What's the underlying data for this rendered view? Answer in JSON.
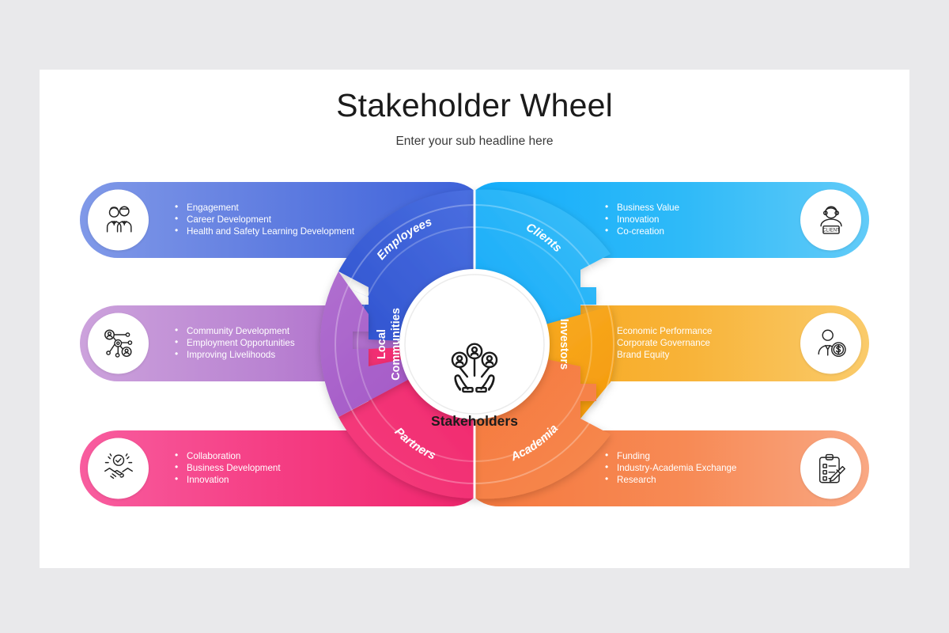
{
  "header": {
    "title": "Stakeholder Wheel",
    "subtitle": "Enter your sub headline here"
  },
  "hub": {
    "label": "Stakeholders",
    "icon": "hands-holding-people-icon"
  },
  "colors": {
    "employees": "#3A5FD9",
    "clients": "#1FAFF5",
    "investors": "#F6A416",
    "academia": "#F5773C",
    "partners": "#F0246B",
    "local_communities": "#A152C4",
    "background": "#E9E9EB",
    "slide": "#FFFFFF",
    "title_text": "#1B1B1B",
    "bullet_text": "#FFFFFF"
  },
  "segments": [
    {
      "key": "employees",
      "label": "Employees",
      "side": "left",
      "row": 1,
      "icon": "two-employees-icon",
      "color": "#3A5FD9",
      "bar_gradient_from": "#7F9AE6",
      "bar_gradient_to": "#3A5FD9",
      "bullets": [
        "Engagement",
        "Career Development",
        "Health and Safety Learning Development"
      ]
    },
    {
      "key": "clients",
      "label": "Clients",
      "side": "right",
      "row": 1,
      "icon": "client-badge-person-icon",
      "color": "#1FAFF5",
      "bar_gradient_from": "#12AEFB",
      "bar_gradient_to": "#62CBF8",
      "bullets": [
        "Business Value",
        "Innovation",
        "Co-creation"
      ]
    },
    {
      "key": "local_communities",
      "label": "Local Communities",
      "label_line1": "Local",
      "label_line2": "Communities",
      "side": "left",
      "row": 2,
      "icon": "community-network-icon",
      "color": "#A152C4",
      "bar_gradient_from": "#C79AD9",
      "bar_gradient_to": "#A152C4",
      "bullets": [
        "Community Development",
        "Employment Opportunities",
        "Improving Livelihoods"
      ]
    },
    {
      "key": "investors",
      "label": "Investors",
      "side": "right",
      "row": 2,
      "icon": "investor-coin-person-icon",
      "color": "#F6A416",
      "bar_gradient_from": "#F6A416",
      "bar_gradient_to": "#FAC863",
      "bullets": [
        "Economic Performance",
        "Corporate Governance",
        "Brand Equity"
      ]
    },
    {
      "key": "partners",
      "label": "Partners",
      "side": "left",
      "row": 3,
      "icon": "handshake-check-icon",
      "color": "#F0246B",
      "bar_gradient_from": "#F7569A",
      "bar_gradient_to": "#F0246B",
      "bullets": [
        "Collaboration",
        "Business Development",
        "Innovation"
      ]
    },
    {
      "key": "academia",
      "label": "Academia",
      "side": "right",
      "row": 3,
      "icon": "clipboard-pen-icon",
      "color": "#F5773C",
      "bar_gradient_from": "#F5773C",
      "bar_gradient_to": "#F9A178",
      "bullets": [
        "Funding",
        "Industry-Academia Exchange",
        "Research"
      ]
    }
  ]
}
